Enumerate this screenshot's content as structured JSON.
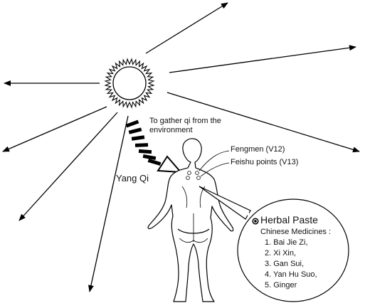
{
  "sun_note": [
    "To gather qi from the",
    "environment"
  ],
  "yang_qi": "Yang Qi",
  "points": {
    "fengmen": "Fengmen (V12)",
    "feishu": "Feishu points (V13)"
  },
  "callout": {
    "title": "Herbal Paste",
    "subtitle": "Chinese Medicines :",
    "items": [
      "1. Bai Jie Zi,",
      "2. Xi Xin,",
      "3. Gan Sui,",
      "4. Yan Hu Suo,",
      "5. Ginger"
    ]
  }
}
